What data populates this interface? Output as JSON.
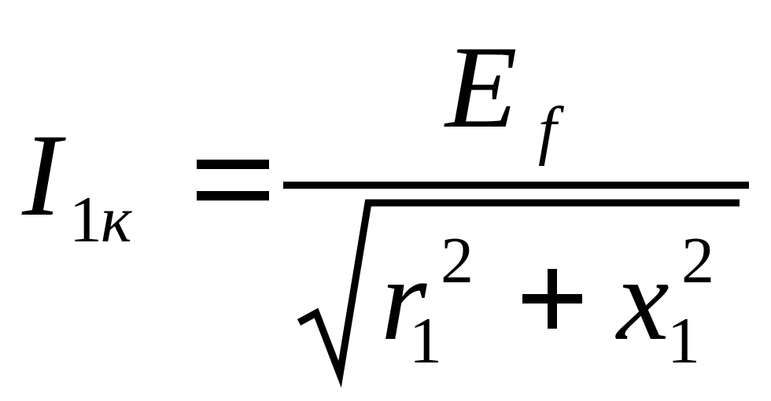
{
  "formula": {
    "lhs": {
      "symbol": "I",
      "subscript_digit": "1",
      "subscript_letter": "к"
    },
    "equals": "=",
    "numerator": {
      "symbol": "E",
      "subscript": "f"
    },
    "denominator": {
      "term1": {
        "symbol": "r",
        "subscript": "1",
        "superscript": "2"
      },
      "plus": "+",
      "term2": {
        "symbol": "x",
        "subscript": "1",
        "superscript": "2"
      }
    }
  }
}
